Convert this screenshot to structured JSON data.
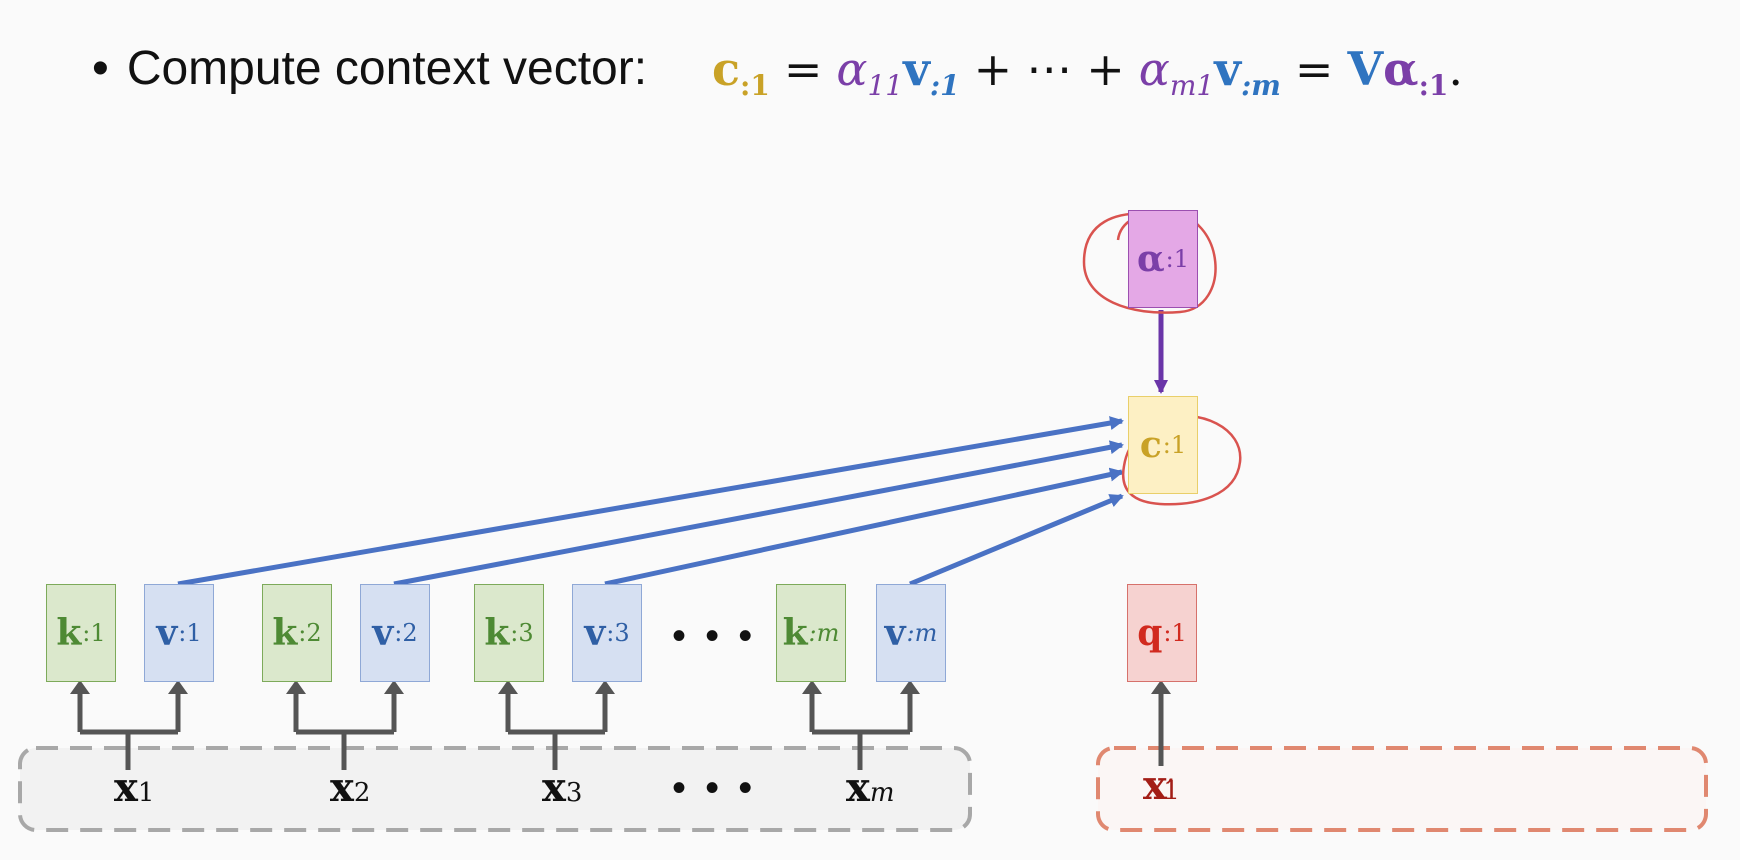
{
  "header": {
    "bullet": "•",
    "text": "Compute context vector:"
  },
  "formula": {
    "c_main": "c",
    "c_sub": ":1",
    "eq1": "=",
    "alpha11": "α",
    "alpha11_sub": "11",
    "v1": "v",
    "v1_sub": ":1",
    "plus1": "+",
    "ellipsis": "⋯",
    "plus2": "+",
    "alpham1": "α",
    "alpham1_sub": "m1",
    "vm": "v",
    "vm_sub": ":m",
    "eq2": "=",
    "V": "V",
    "alpha_vec": "α",
    "alpha_vec_sub": ":1",
    "period": "."
  },
  "alpha_box": {
    "main": "α",
    "sub": ":1"
  },
  "c_box": {
    "main": "c",
    "sub": ":1"
  },
  "q_box": {
    "main": "q",
    "sub": ":1"
  },
  "kv_pairs": [
    {
      "k_main": "k",
      "k_sub": ":1",
      "v_main": "v",
      "v_sub": ":1",
      "x_main": "x",
      "x_sub": "1"
    },
    {
      "k_main": "k",
      "k_sub": ":2",
      "v_main": "v",
      "v_sub": ":2",
      "x_main": "x",
      "x_sub": "2"
    },
    {
      "k_main": "k",
      "k_sub": ":3",
      "v_main": "v",
      "v_sub": ":3",
      "x_main": "x",
      "x_sub": "3"
    },
    {
      "k_main": "k",
      "k_sub": ":m",
      "v_main": "v",
      "v_sub": ":m",
      "x_main": "x",
      "x_sub": "m"
    }
  ],
  "dots_top": "• • •",
  "dots_bottom": "• • •",
  "x_prime": {
    "main": "x",
    "prime": "′",
    "sub": "1"
  },
  "colors": {
    "key_green": "#4e8a34",
    "value_blue": "#2f5fa5",
    "query_red": "#d12a1f",
    "context_gold": "#c9a227",
    "alpha_purple": "#7b3fa8",
    "arrow_blue": "#4a72c4",
    "annotation_red": "#d9534f"
  }
}
